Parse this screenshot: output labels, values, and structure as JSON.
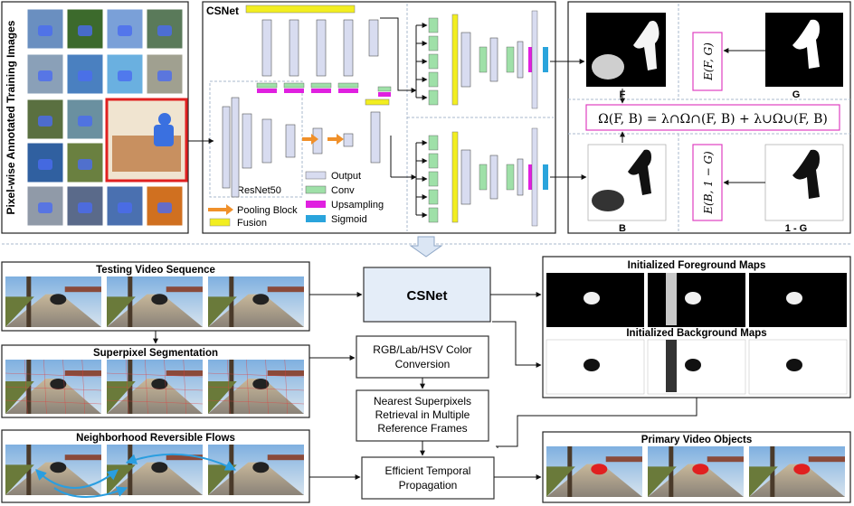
{
  "top": {
    "training_label": "Pixel-wise Annotated Training Images",
    "csnet_title": "CSNet",
    "resnet_label": "ResNet50",
    "legend": {
      "pooling": "Pooling Block",
      "fusion": "Fusion",
      "output": "Output",
      "conv": "Conv",
      "upsampling": "Upsampling",
      "sigmoid": "Sigmoid"
    },
    "F_label": "F",
    "G_label": "G",
    "B_label": "B",
    "oneminusG_label": "1 - G",
    "loss_fg": "E(F, G)",
    "loss_bg": "E(B, 1 − G)",
    "loss_total": "Ω(F, B) = λ∩Ω∩(F, B) + λ∪Ω∪(F, B)"
  },
  "pipeline": {
    "testing_title": "Testing Video Sequence",
    "superpixel_title": "Superpixel Segmentation",
    "flows_title": "Neighborhood Reversible Flows",
    "csnet_box": "CSNet",
    "color_conv": [
      "RGB/Lab/HSV Color",
      "Conversion"
    ],
    "nearest": [
      "Nearest Superpixels",
      "Retrieval in Multiple",
      "Reference Frames"
    ],
    "propagation": [
      "Efficient Temporal",
      "Propagation"
    ],
    "fg_maps_title": "Initialized Foreground Maps",
    "bg_maps_title": "Initialized Background Maps",
    "primary_title": "Primary Video Objects"
  },
  "colors": {
    "output": "#d8dcf0",
    "conv": "#9fe0a8",
    "upsampling": "#e020e0",
    "sigmoid": "#2aa4dc",
    "pooling": "#f0902a",
    "fusion": "#f2ee20",
    "loss_border": "#e040c0",
    "red_frame": "#e02020",
    "flow_arrow": "#2a9ee0"
  }
}
